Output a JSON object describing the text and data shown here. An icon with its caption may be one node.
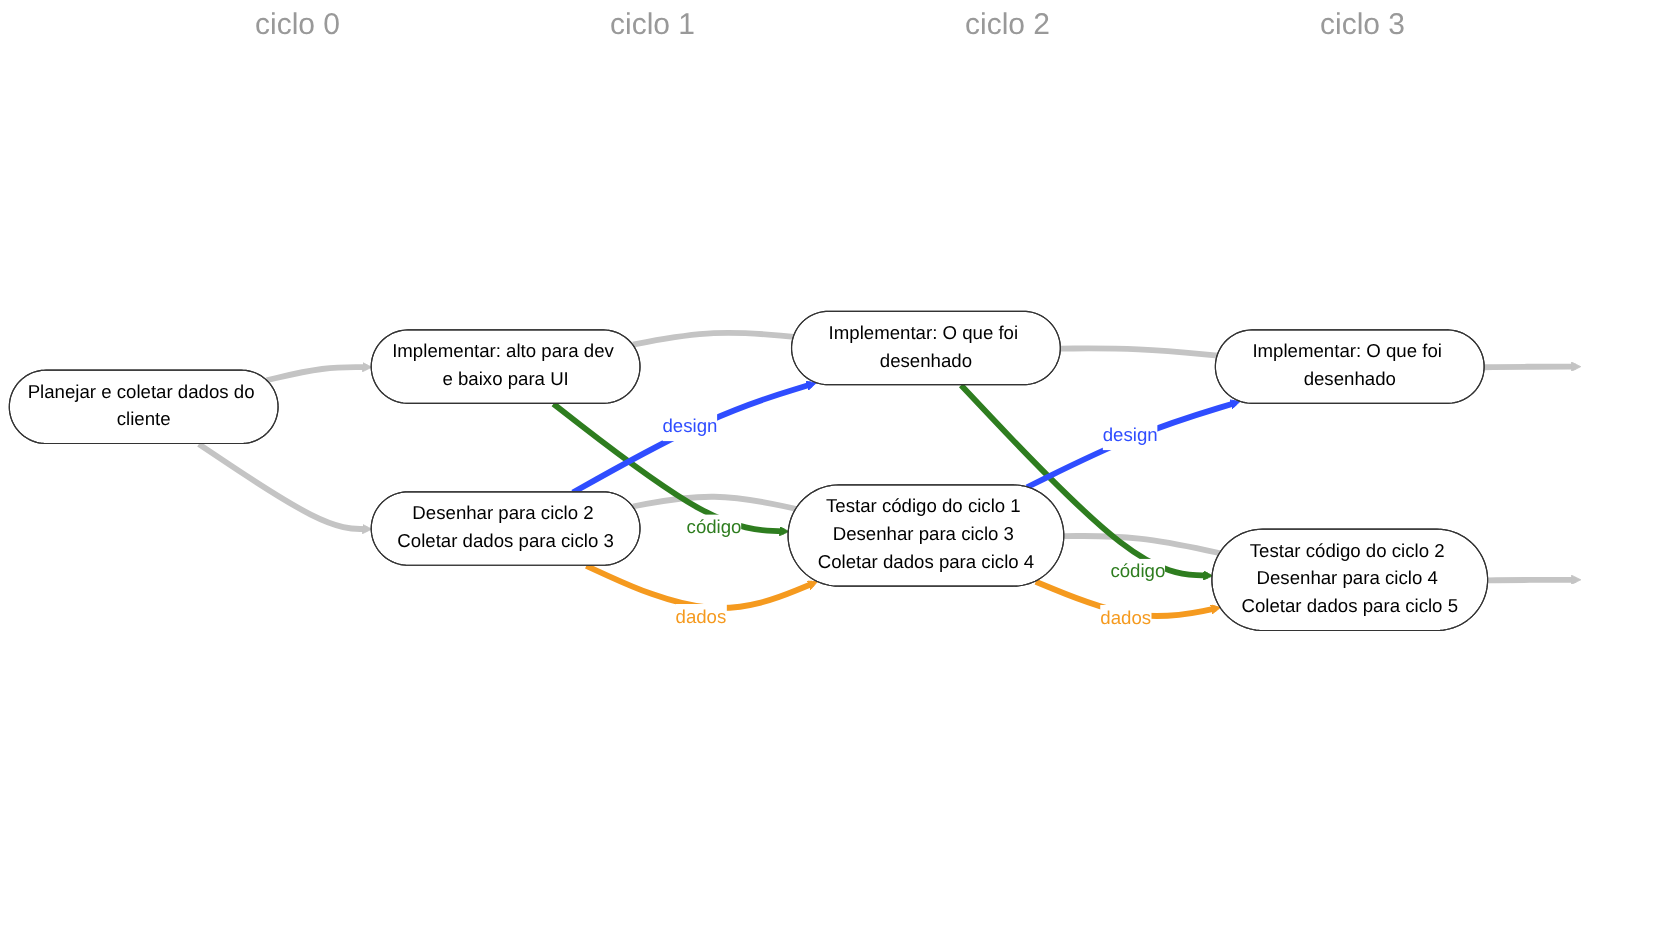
{
  "diagram": {
    "nodes": [
      {
        "text": [
          "Planejar e coletar dados do cliente"
        ]
      },
      {
        "text": [
          "Implementar: alto para dev e baixo para UI"
        ]
      },
      {
        "text": [
          "Implementar: O que foi desenhado"
        ]
      },
      {
        "text": [
          "Implementar: O que foi desenhado"
        ]
      },
      {
        "text": [
          "Desenhar para ciclo 2 Coletar dados para ciclo 3"
        ]
      },
      {
        "text": [
          "Testar código do ciclo 1 Desenhar para ciclo 3 Coletar dados para ciclo 4"
        ]
      },
      {
        "text": [
          "Testar código do ciclo 2 Desenhar para ciclo 4 Coletar dados para ciclo 5"
        ]
      }
    ],
    "edges": [
      {
        "from": 0,
        "to": 1,
        "arrow": "to"
      },
      {
        "from": 0,
        "to": 4,
        "arrow": "to"
      },
      {
        "from": 1,
        "to": 2,
        "arrow": "none"
      },
      {
        "from": 2,
        "to": 3,
        "arrow": "none"
      },
      {
        "from": 3,
        "to": null,
        "arrow": "to"
      },
      {
        "from": 4,
        "to": 5,
        "arrow": "none"
      },
      {
        "from": 5,
        "to": 6,
        "arrow": "none"
      },
      {
        "from": 6,
        "to": null,
        "arrow": "to"
      },
      {
        "from": 1,
        "to": 5,
        "arrow": "to",
        "label": "código",
        "color": "#2e7d1f"
      },
      {
        "from": 4,
        "to": 2,
        "arrow": "to",
        "label": "design",
        "color": "#2f4dff"
      },
      {
        "from": 2,
        "to": 6,
        "arrow": "to",
        "label": "código",
        "color": "#2e7d1f"
      },
      {
        "from": 5,
        "to": 3,
        "arrow": "to",
        "label": "design",
        "color": "#2f4dff"
      },
      {
        "from": 4,
        "to": 5,
        "arrow": "to",
        "label": "dados",
        "color": "#f59a1f"
      },
      {
        "from": 5,
        "to": 6,
        "arrow": "to",
        "label": "dados",
        "color": "#f59a1f"
      }
    ],
    "labels": [
      "ciclo 0",
      "ciclo 1",
      "ciclo 2",
      "ciclo 3"
    ]
  }
}
